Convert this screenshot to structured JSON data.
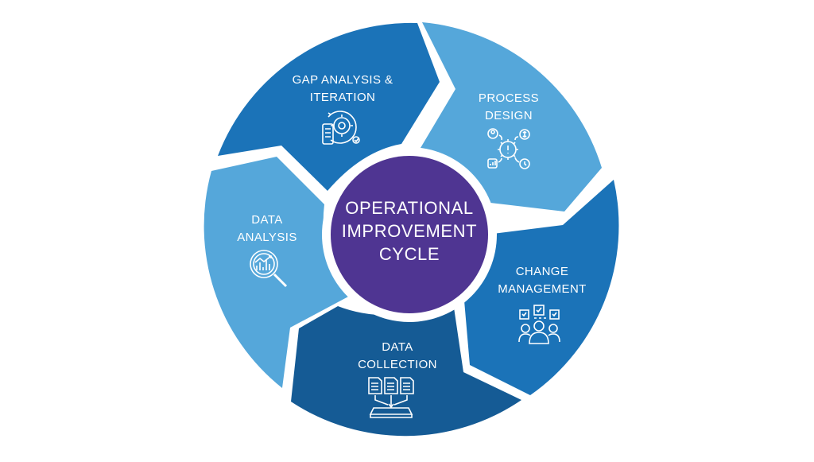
{
  "diagram": {
    "center": {
      "lines": [
        "OPERATIONAL",
        "IMPROVEMENT",
        "CYCLE"
      ]
    },
    "stages": [
      {
        "id": "gap",
        "lines": [
          "GAP ANALYSIS &",
          "ITERATION"
        ],
        "icon": "gap-analysis-icon",
        "color": "#1b73b8"
      },
      {
        "id": "process",
        "lines": [
          "PROCESS",
          "DESIGN"
        ],
        "icon": "process-design-icon",
        "color": "#55a7da"
      },
      {
        "id": "change",
        "lines": [
          "CHANGE",
          "MANAGEMENT"
        ],
        "icon": "change-management-icon",
        "color": "#1b73b8"
      },
      {
        "id": "collection",
        "lines": [
          "DATA",
          "COLLECTION"
        ],
        "icon": "data-collection-icon",
        "color": "#155b95"
      },
      {
        "id": "analysis",
        "lines": [
          "DATA",
          "ANALYSIS"
        ],
        "icon": "data-analysis-icon",
        "color": "#55a7da"
      }
    ],
    "colors": {
      "center": "#4f3592",
      "gap": "#1b73b8",
      "light": "#55a7da",
      "dark": "#155b95"
    }
  }
}
